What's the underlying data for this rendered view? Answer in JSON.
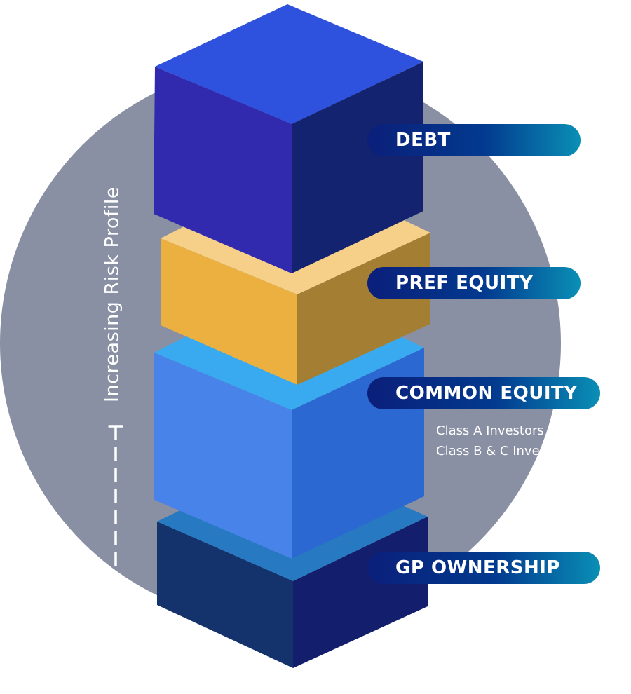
{
  "labels": {
    "debt": "DEBT",
    "pref_equity": "PREF EQUITY",
    "common_equity": "COMMON EQUITY",
    "gp_ownership": "GP OWNERSHIP"
  },
  "common_equity_classes": [
    "Class A Investors",
    "Class B & C Investors"
  ],
  "risk_axis_label": "Increasing Risk Profile",
  "colors": {
    "background_circle": "#8a90a3",
    "debt": "#2e52dd",
    "pref_equity": "#ebb03f",
    "common_equity": "#4683e8",
    "gp_ownership": "#13306b",
    "pill_start": "#0b1f7a",
    "pill_end": "#0a8fb5"
  }
}
